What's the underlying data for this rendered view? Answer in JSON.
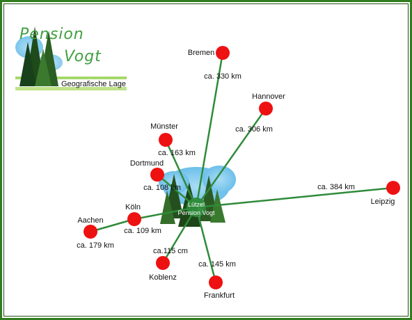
{
  "logo": {
    "line1": "Pension",
    "line2": "Vogt",
    "subtitle": "Geografische Lage"
  },
  "center": {
    "line1": "Lützel",
    "line2": "Pension Vogt"
  },
  "colors": {
    "frame": "#2f7d1e",
    "line": "#2e8b3a",
    "node": "#ee1111",
    "logo_text": "#3f9f3f",
    "cloud": "#7ec8ee"
  },
  "cities": [
    {
      "name": "Bremen",
      "distance": "ca. 330 km"
    },
    {
      "name": "Hannover",
      "distance": "ca. 306 km"
    },
    {
      "name": "Münster",
      "distance": "ca. 163 km"
    },
    {
      "name": "Dortmund",
      "distance": "ca. 108 km"
    },
    {
      "name": "Leipzig",
      "distance": "ca. 384 km"
    },
    {
      "name": "Köln",
      "distance": "ca. 109 km"
    },
    {
      "name": "Aachen",
      "distance": "ca. 179 km"
    },
    {
      "name": "Koblenz",
      "distance": "ca.115 cm"
    },
    {
      "name": "Frankfurt",
      "distance": "ca. 145 km"
    }
  ]
}
